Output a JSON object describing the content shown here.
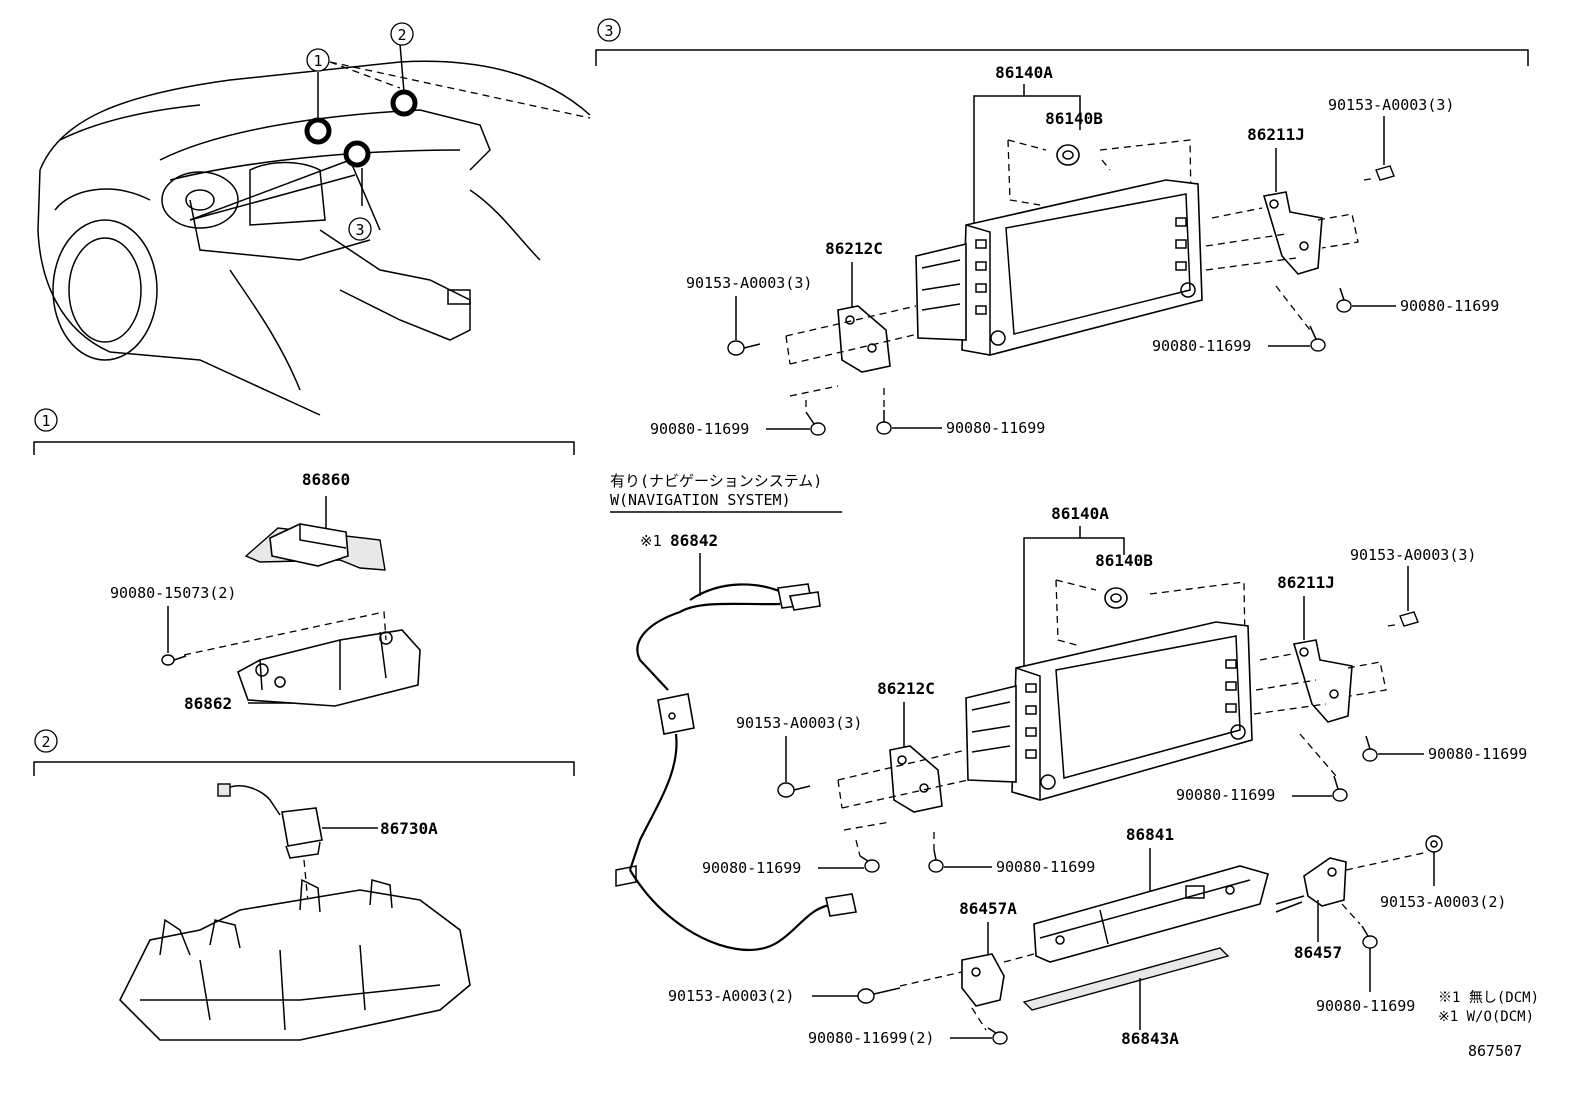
{
  "sections": [
    {
      "id": "1",
      "label": "1"
    },
    {
      "id": "2",
      "label": "2"
    },
    {
      "id": "3",
      "label": "3"
    }
  ],
  "overview_markers": [
    "1",
    "2",
    "3"
  ],
  "nav_note": {
    "line1": "有り(ナビゲーションシステム)",
    "line2": "W(NAVIGATION SYSTEM)"
  },
  "labels": {
    "s1_86860": "86860",
    "s1_90080_15073": "90080-15073(2)",
    "s1_86862": "86862",
    "s2_86730A": "86730A",
    "s3a_86140A": "86140A",
    "s3a_86140B": "86140B",
    "s3a_86211J": "86211J",
    "s3a_90153_tr": "90153-A0003(3)",
    "s3a_86212C": "86212C",
    "s3a_90153_l": "90153-A0003(3)",
    "s3a_90080_r1": "90080-11699",
    "s3a_90080_r2": "90080-11699",
    "s3a_90080_bl": "90080-11699",
    "s3a_90080_bm": "90080-11699",
    "s3b_86842": "86842",
    "s3b_note_mark": "※1",
    "s3b_86140A": "86140A",
    "s3b_86140B": "86140B",
    "s3b_86211J": "86211J",
    "s3b_90153_tr": "90153-A0003(3)",
    "s3b_86212C": "86212C",
    "s3b_90153_l": "90153-A0003(3)",
    "s3b_90080_r1": "90080-11699",
    "s3b_90080_r2": "90080-11699",
    "s3b_90080_bl": "90080-11699",
    "s3b_90080_bm": "90080-11699",
    "s3b_86841": "86841",
    "s3b_90153_r": "90153-A0003(2)",
    "s3b_86457A": "86457A",
    "s3b_86457": "86457",
    "s3b_90153_bl": "90153-A0003(2)",
    "s3b_90080_b2": "90080-11699(2)",
    "s3b_86843A": "86843A",
    "s3b_90080_br": "90080-11699"
  },
  "footnotes": [
    "※1 無し(DCM)",
    "※1 W/O(DCM)"
  ],
  "figure_id": "867507"
}
